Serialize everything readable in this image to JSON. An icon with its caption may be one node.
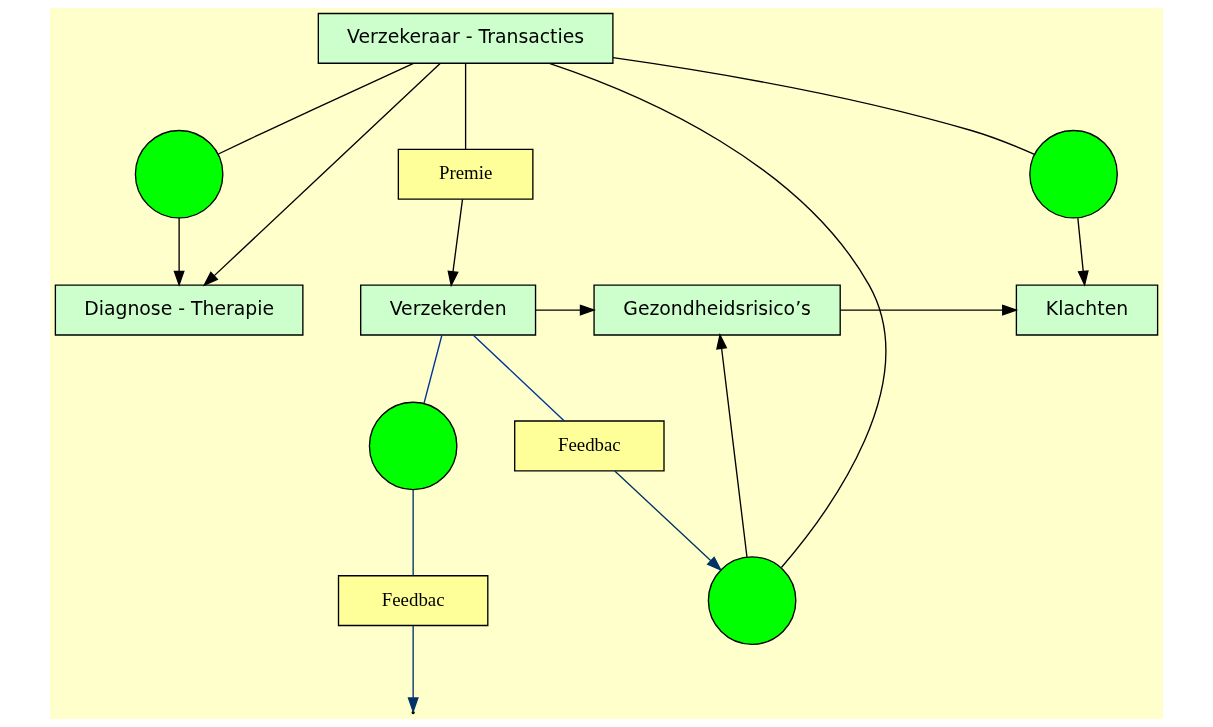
{
  "diagram": {
    "nodes": [
      {
        "text": [
          "Verzekerden"
        ]
      },
      {
        "text": [
          "Gezondheidsrisico’s"
        ]
      },
      {
        "text": [
          "Klachten"
        ]
      },
      {
        "text": [
          "Diagnose - Therapie"
        ]
      },
      {
        "text": [
          "Feedbac"
        ]
      },
      {
        "text": [],
        "shape": "circle"
      },
      {
        "text": [],
        "shape": "circle"
      },
      {
        "text": [],
        "shape": "circle"
      },
      {
        "text": [],
        "shape": "circle"
      },
      {
        "text": [
          "Feedbac"
        ]
      },
      {
        "text": [
          "Verzekeraar - Transacties"
        ]
      },
      {
        "text": [
          "Premie"
        ]
      }
    ],
    "edges": [
      {
        "from": 0,
        "to": 1,
        "arrow": "to"
      },
      {
        "from": 1,
        "to": 2,
        "arrow": "to"
      },
      {
        "from": 0,
        "to": 4,
        "arrow": "none",
        "color": "#003399"
      },
      {
        "from": 4,
        "to": 5,
        "arrow": "to",
        "color": "#003366"
      },
      {
        "from": 5,
        "to": 1,
        "arrow": "to"
      },
      {
        "from": 6,
        "to": 2,
        "arrow": "to"
      },
      {
        "from": 10,
        "to": 3,
        "arrow": "to"
      },
      {
        "from": 7,
        "to": 3,
        "arrow": "to"
      },
      {
        "from": 10,
        "to": 7,
        "arrow": "none"
      },
      {
        "from": 0,
        "to": 8,
        "arrow": "none",
        "color": "#003399"
      },
      {
        "from": 8,
        "to": 9,
        "arrow": "none",
        "color": "#003366"
      },
      {
        "from": 9,
        "to": null,
        "arrow": "to",
        "color": "#003366"
      },
      {
        "from": 10,
        "to": 6,
        "arrow": "none"
      },
      {
        "from": 10,
        "to": 5,
        "arrow": "none"
      },
      {
        "from": 10,
        "to": 11,
        "arrow": "none"
      },
      {
        "from": 11,
        "to": 0,
        "arrow": "to"
      }
    ]
  }
}
